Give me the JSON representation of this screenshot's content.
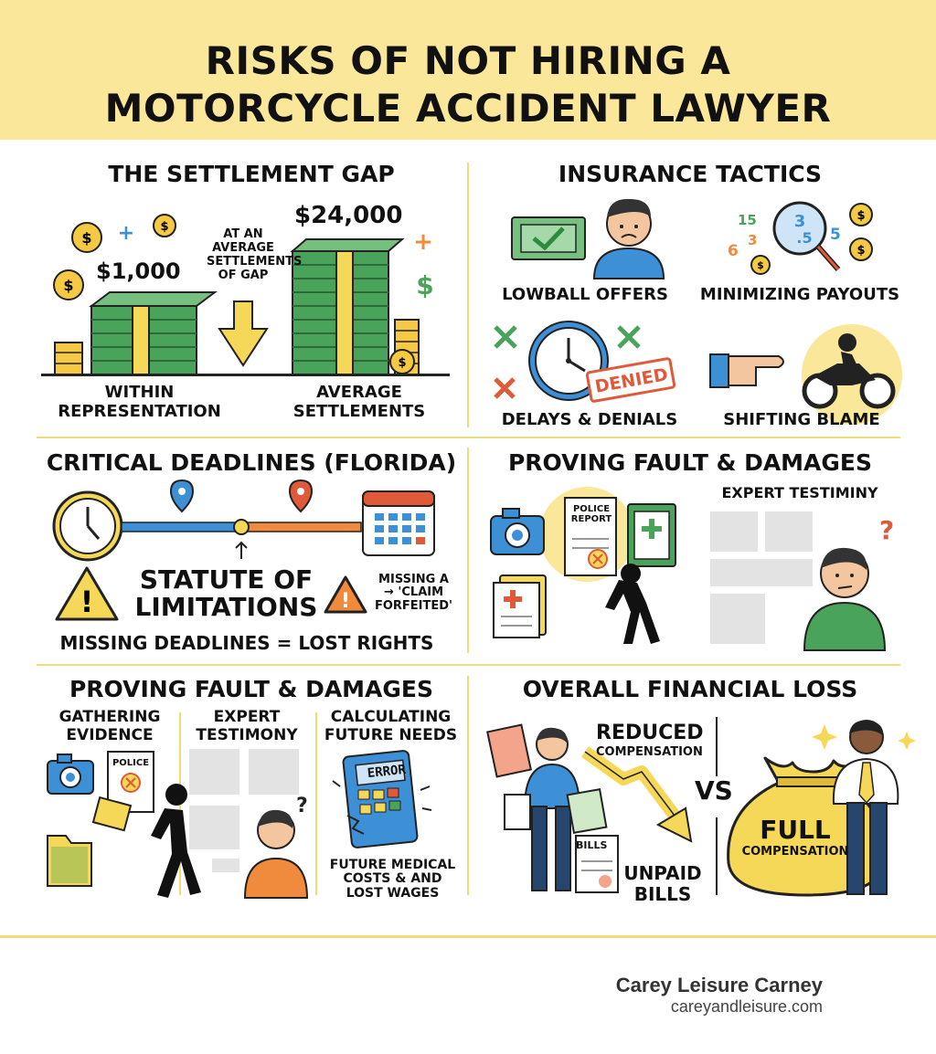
{
  "header": {
    "title_line1": "RISKS OF NOT HIRING A",
    "title_line2": "MOTORCYCLE ACCIDENT LAWYER"
  },
  "settlement_gap": {
    "title": "THE SETTLEMENT GAP",
    "amount_small": "$1,000",
    "amount_large": "$24,000",
    "middle_note": [
      "AT AN",
      "AVERAGE",
      "SETTLEMENTS",
      "OF GAP"
    ],
    "label_left": [
      "WITHIN",
      "REPRESENTATION"
    ],
    "label_right": [
      "AVERAGE",
      "SETTLEMENTS"
    ]
  },
  "insurance_tactics": {
    "title": "INSURANCE TACTICS",
    "items": [
      "LOWBALL OFFERS",
      "MINIMIZING PAYOUTS",
      "DELAYS & DENIALS",
      "SHIFTING BLAME"
    ],
    "denied_stamp": "DENIED",
    "magnifier_numbers": [
      "15",
      "3",
      ".5",
      "6",
      "3",
      "5"
    ]
  },
  "deadlines": {
    "title": "CRITICAL DEADLINES (FLORIDA)",
    "statute": [
      "STATUTE OF",
      "LIMITATIONS"
    ],
    "missing_note": [
      "MISSING A",
      "→ 'CLAIM",
      "FORFEITED'"
    ],
    "footer": "MISSING DEADLINES = LOST RIGHTS"
  },
  "proving_top": {
    "title": "PROVING FAULT & DAMAGES",
    "expert_label": "EXPERT TESTIMINY",
    "report_text": [
      "POLICE",
      "REPORT"
    ]
  },
  "proving_bottom": {
    "title": "PROVING FAULT & DAMAGES",
    "col1": [
      "GATHERING",
      "EVIDENCE"
    ],
    "col2": [
      "EXPERT",
      "TESTIMONY"
    ],
    "col3": [
      "CALCULATING",
      "FUTURE NEEDS"
    ],
    "police_text": "POLICE",
    "calc_text": "ERROR",
    "future_note": [
      "FUTURE MEDICAL",
      "COSTS & AND",
      "LOST WAGES"
    ]
  },
  "overall_loss": {
    "title": "OVERALL FINANCIAL LOSS",
    "reduced": "REDUCED",
    "compensation": "COMPENSATION",
    "vs": "VS",
    "bills_tag": "BILLS",
    "unpaid": [
      "UNPAID",
      "BILLS"
    ],
    "full": "FULL",
    "full_comp": "COMPENSATION"
  },
  "footer": {
    "name": "Carey Leisure Carney",
    "url": "careyandleisure.com"
  },
  "colors": {
    "header_bg": "#fbe79a",
    "accent_yellow": "#f6d858",
    "money_green": "#4aa35a",
    "blue": "#3d8fd6",
    "red": "#e05a3a",
    "orange": "#f08a3c"
  }
}
